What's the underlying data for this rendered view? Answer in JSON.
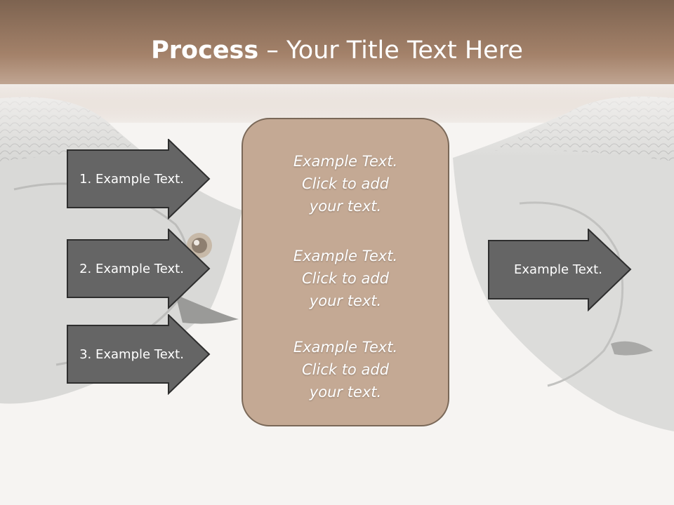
{
  "slide": {
    "title_bold": "Process",
    "title_rest": " – Your Title Text Here"
  },
  "left_arrows": [
    {
      "label": "1. Example Text."
    },
    {
      "label": "2. Example Text."
    },
    {
      "label": "3. Example Text."
    }
  ],
  "center_box": {
    "paragraphs": [
      {
        "lines": [
          "Example Text.",
          "Click  to add",
          "your text."
        ]
      },
      {
        "lines": [
          "Example Text.",
          "Click  to add",
          "your text."
        ]
      },
      {
        "lines": [
          "Example Text.",
          "Click  to add",
          "your text."
        ]
      }
    ]
  },
  "right_arrow": {
    "label": "Example Text."
  },
  "colors": {
    "arrow_fill": "#656565",
    "arrow_stroke": "#2e2e2e",
    "box_fill": "#c4a994",
    "header": "#8a6c57"
  }
}
